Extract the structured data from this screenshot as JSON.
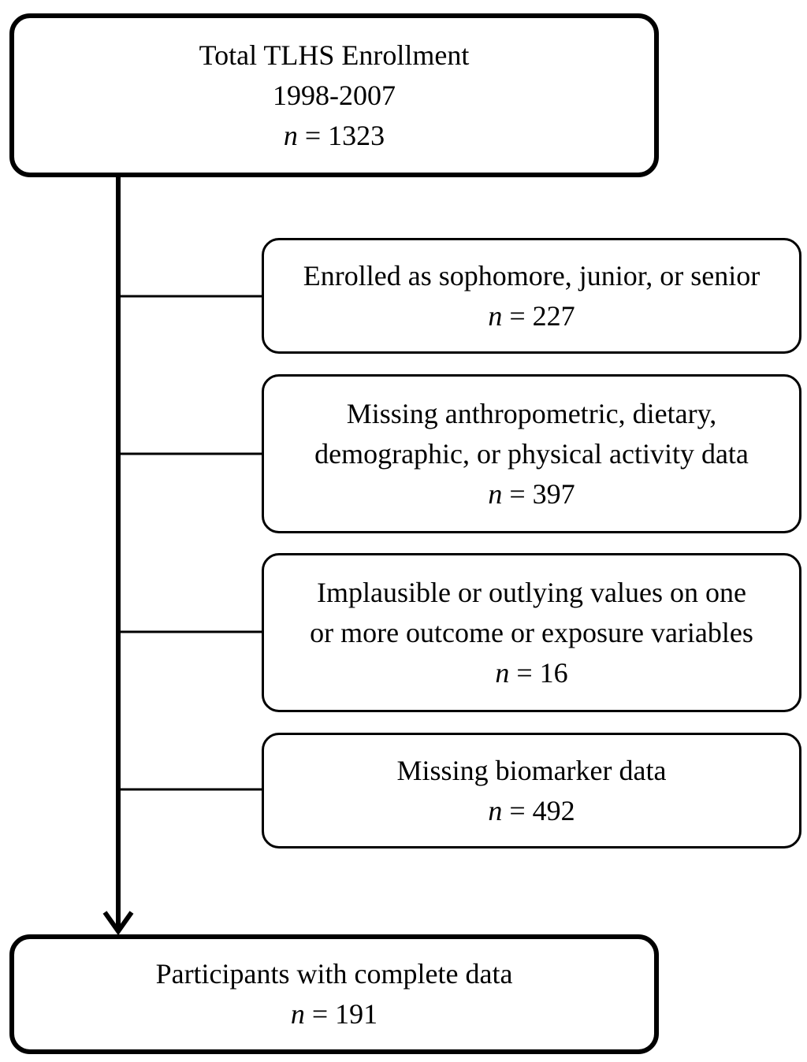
{
  "total": {
    "lines": [
      "Total TLHS Enrollment",
      "1998-2007"
    ],
    "n_label": "n",
    "n_value": "= 1323"
  },
  "exclusions": [
    {
      "lines": [
        "Enrolled as sophomore, junior, or senior"
      ],
      "n_label": "n",
      "n_value": "= 227"
    },
    {
      "lines": [
        "Missing anthropometric, dietary,",
        "demographic, or physical activity data"
      ],
      "n_label": "n",
      "n_value": "= 397"
    },
    {
      "lines": [
        "Implausible or outlying values on one",
        "or more outcome or exposure variables"
      ],
      "n_label": "n",
      "n_value": "= 16"
    },
    {
      "lines": [
        "Missing biomarker data"
      ],
      "n_label": "n",
      "n_value": "= 492"
    }
  ],
  "final": {
    "lines": [
      "Participants with complete data"
    ],
    "n_label": "n",
    "n_value": "= 191"
  },
  "colors": {
    "stroke": "#000000",
    "background": "#ffffff"
  }
}
